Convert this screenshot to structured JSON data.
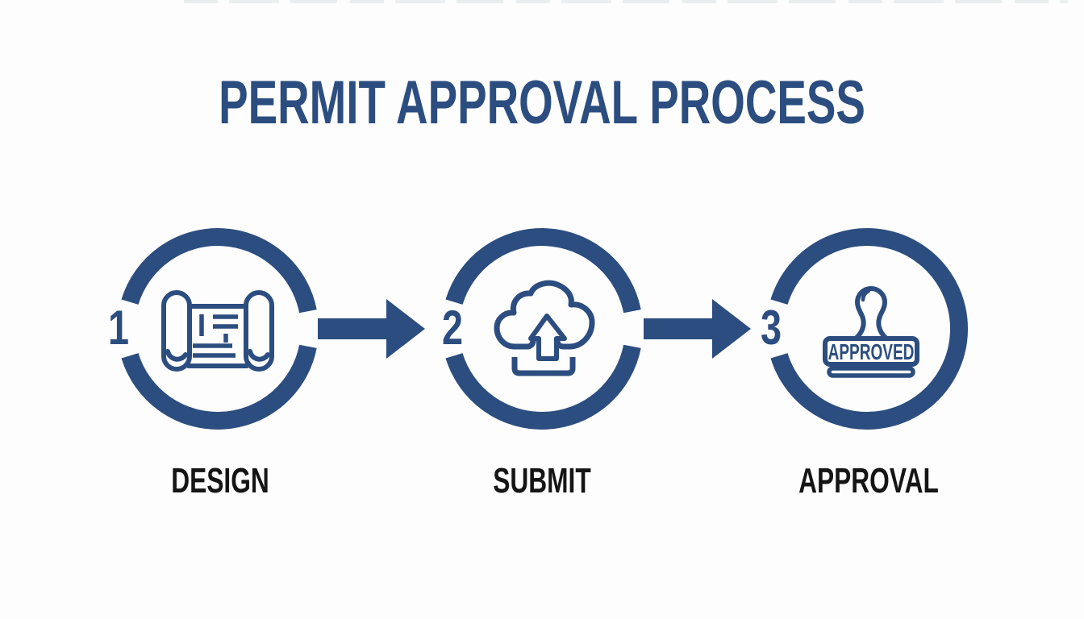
{
  "title": "PERMIT APPROVAL PROCESS",
  "colors": {
    "primary_navy": "#2c4d7f",
    "label_text": "#151515",
    "background": "#fdfdfd"
  },
  "steps": [
    {
      "number": "1",
      "label": "DESIGN",
      "icon": "blueprint-scroll-icon"
    },
    {
      "number": "2",
      "label": "SUBMIT",
      "icon": "cloud-upload-icon"
    },
    {
      "number": "3",
      "label": "APPROVAL",
      "icon": "approval-stamp-icon",
      "stamp_text": "APPROVED"
    }
  ]
}
